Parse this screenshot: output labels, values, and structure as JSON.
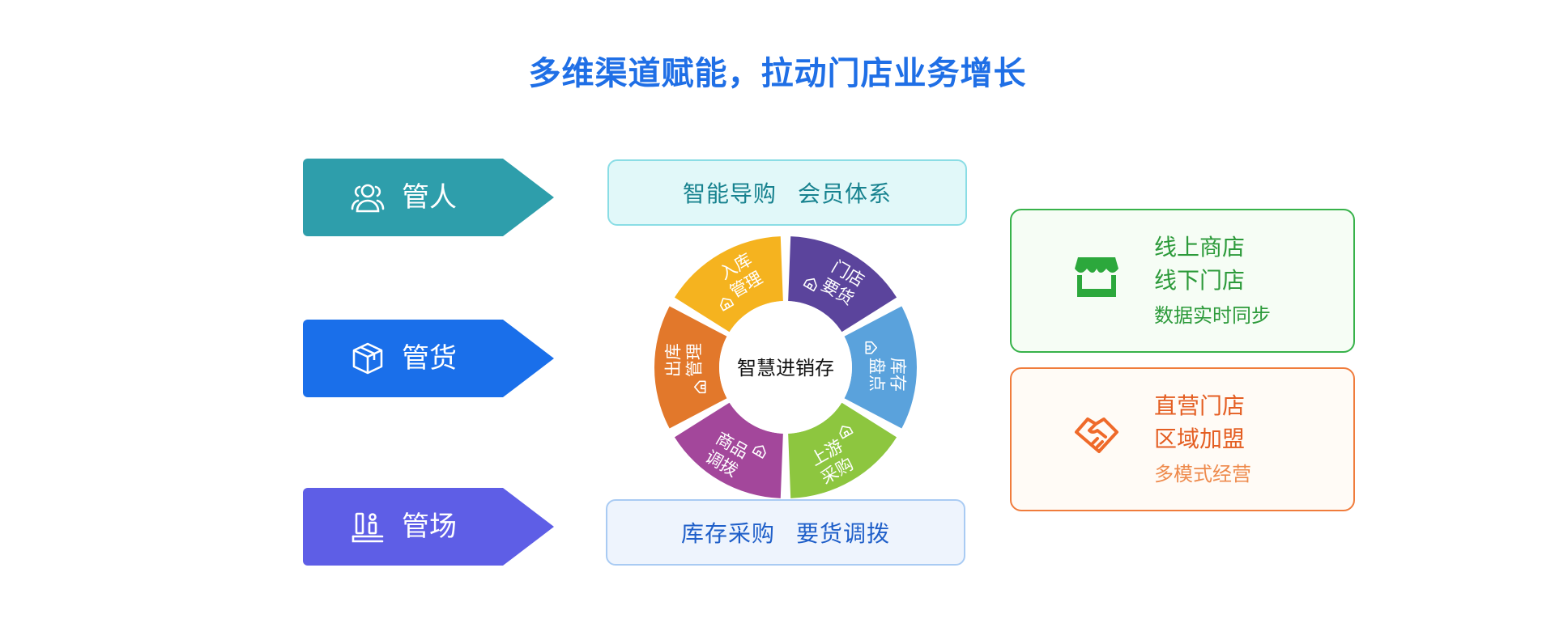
{
  "title": "多维渠道赋能，拉动门店业务增长",
  "left_tags": [
    {
      "label": "管人",
      "icon": "people-icon",
      "color": "#2E9EAB"
    },
    {
      "label": "管货",
      "icon": "box-icon",
      "color": "#1A6FEA"
    },
    {
      "label": "管场",
      "icon": "venue-icon",
      "color": "#5E5EE6"
    }
  ],
  "top_box": {
    "part1": "智能导购",
    "part2": "会员体系"
  },
  "bottom_box": {
    "part1": "库存采购",
    "part2": "要货调拨"
  },
  "wheel": {
    "center": "智慧进销存",
    "segments": [
      {
        "line1": "门店",
        "line2": "要货",
        "color": "#5B449C",
        "icon": "store-request-icon"
      },
      {
        "line1": "库存",
        "line2": "盘点",
        "color": "#5AA2DC",
        "icon": "inventory-icon"
      },
      {
        "line1": "上游",
        "line2": "采购",
        "color": "#8DC63F",
        "icon": "purchase-icon"
      },
      {
        "line1": "商品",
        "line2": "调拨",
        "color": "#A3479B",
        "icon": "transfer-icon"
      },
      {
        "line1": "出库",
        "line2": "管理",
        "color": "#E2782B",
        "icon": "outbound-icon"
      },
      {
        "line1": "入库",
        "line2": "管理",
        "color": "#F5B31F",
        "icon": "inbound-icon"
      }
    ]
  },
  "cards": [
    {
      "line1": "线上商店",
      "line2": "线下门店",
      "line3": "数据实时同步",
      "icon": "shop-icon",
      "color": "#37B24A"
    },
    {
      "line1": "直营门店",
      "line2": "区域加盟",
      "line3": "多模式经营",
      "icon": "handshake-icon",
      "color": "#F07C3C"
    }
  ]
}
